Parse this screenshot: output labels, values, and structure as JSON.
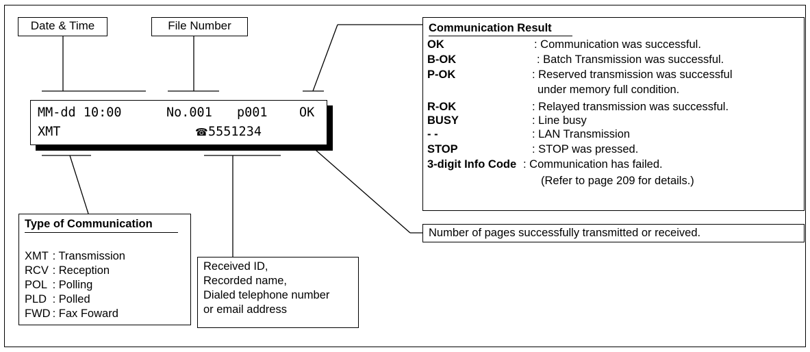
{
  "labels": {
    "date_time": "Date & Time",
    "file_number": "File Number"
  },
  "display": {
    "line1_date": "MM-dd 10:00",
    "line1_file": "No.001",
    "line1_pages": "p001",
    "line1_result": "OK",
    "line2_type": "XMT",
    "line2_phone_icon": "☎",
    "line2_number": "5551234"
  },
  "result": {
    "title": "Communication Result",
    "rows": [
      {
        "code": "OK",
        "desc": ": Communication was successful."
      },
      {
        "code": "B-OK",
        "desc": ": Batch Transmission was successful."
      },
      {
        "code": "P-OK",
        "desc": ": Reserved transmission was successful"
      },
      {
        "code": "",
        "desc": "under memory full condition."
      },
      {
        "code": "R-OK",
        "desc": ": Relayed transmission was successful."
      },
      {
        "code": "BUSY",
        "desc": ": Line busy"
      },
      {
        "code": "- -",
        "desc": ": LAN Transmission"
      },
      {
        "code": "STOP",
        "desc": ": STOP was pressed."
      },
      {
        "code": "3-digit Info Code",
        "desc": ": Communication has failed."
      },
      {
        "code": "",
        "desc": "(Refer to page 209 for details.)"
      }
    ]
  },
  "pages_note": "Number of pages successfully transmitted or received.",
  "type_of_comm": {
    "title": "Type of Communication",
    "rows": [
      {
        "code": "XMT",
        "desc": ": Transmission"
      },
      {
        "code": "RCV",
        "desc": ": Reception"
      },
      {
        "code": "POL",
        "desc": ": Polling"
      },
      {
        "code": "PLD",
        "desc": ": Polled"
      },
      {
        "code": "FWD",
        "desc": ": Fax Foward"
      }
    ]
  },
  "id_info": [
    "Received ID,",
    "Recorded name,",
    "Dialed telephone number",
    "or email address"
  ]
}
